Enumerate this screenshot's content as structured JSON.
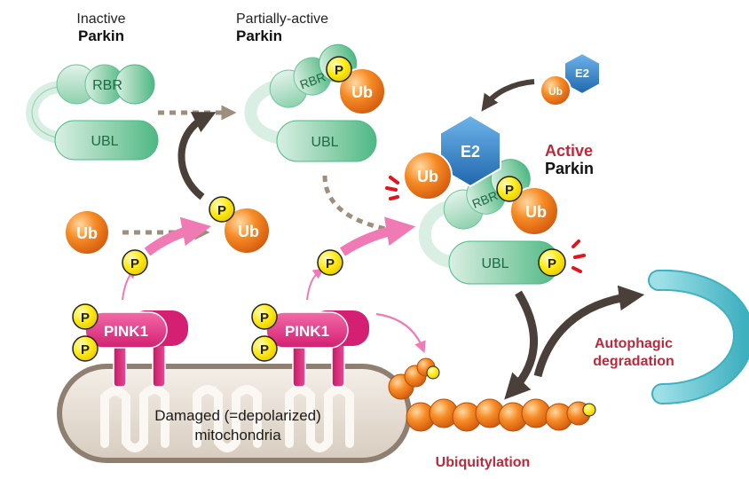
{
  "labels": {
    "inactive_line1": "Inactive",
    "inactive_line2": "Parkin",
    "partial_line1": "Partially-active",
    "partial_line2": "Parkin",
    "active_line1": "Active",
    "active_line2": "Parkin",
    "autophagic_line1": "Autophagic",
    "autophagic_line2": "degradation",
    "ubiquitylation": "Ubiquitylation",
    "mito_line1": "Damaged (=depolarized)",
    "mito_line2": "mitochondria"
  },
  "molecules": {
    "rbr": "RBR",
    "rbr_partial": "RBR",
    "ubl": "UBL",
    "ub": "Ub",
    "p": "P",
    "e2": "E2",
    "pink1": "PINK1"
  },
  "colors": {
    "active_label": "#c0283a",
    "pathway_label": "#c0283a",
    "domain_green": "#6cc49a",
    "ub_orange": "#f07c1c",
    "phospho_yellow": "#ffe600",
    "e2_blue": "#2e7fc4",
    "pink1_magenta": "#e2297d",
    "mito_beige": "#e6ddd3",
    "autophagosome_teal": "#5fc3cf",
    "arrow_dark": "#4a4039",
    "arrow_pink": "#f07ab4"
  }
}
